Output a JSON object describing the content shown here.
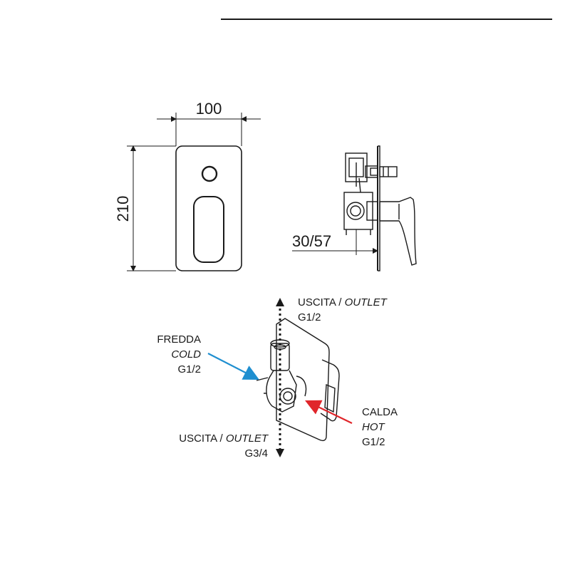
{
  "dimensions": {
    "width": "100",
    "height": "210",
    "depth": "30/57"
  },
  "connections": {
    "outlet_top": {
      "label": "USCITA / ",
      "label_italic": "OUTLET",
      "size": "G1/2"
    },
    "cold": {
      "label": "FREDDA",
      "label_italic": "COLD",
      "size": "G1/2",
      "color": "#1f8fd0"
    },
    "hot": {
      "label": "CALDA",
      "label_italic": "HOT",
      "size": "G1/2",
      "color": "#e0262b"
    },
    "outlet_bottom": {
      "label": "USCITA / ",
      "label_italic": "OUTLET",
      "size": "G3/4"
    }
  },
  "colors": {
    "line": "#1a1a1a",
    "cold": "#1f8fd0",
    "hot": "#e0262b"
  }
}
